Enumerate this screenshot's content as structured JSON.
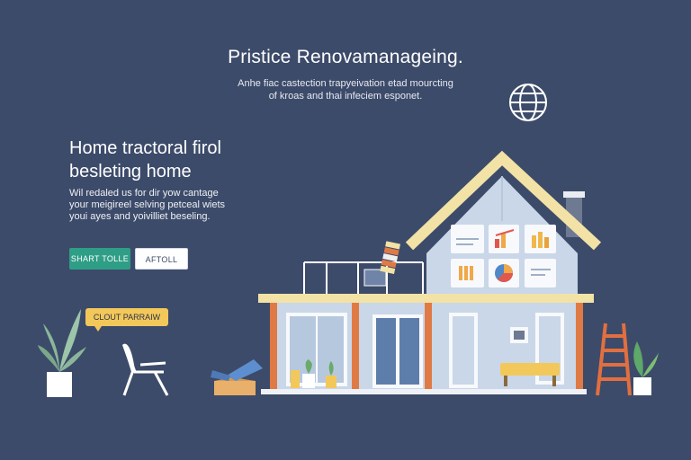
{
  "header": {
    "title": "Pristice Renovamanageing.",
    "subtitle_line1": "Anhe fiac castection trapyeivation etad mourcting",
    "subtitle_line2": "of kroas and thai infeciem esponet."
  },
  "hero": {
    "title_line1": "Home tractoral firol",
    "title_line2": "besleting home",
    "desc_line1": "Wil redaled us for dir yow cantage",
    "desc_line2": "your meigireel selving petceal wiets",
    "desc_line3": "youi ayes and yoivilliet beseling."
  },
  "buttons": {
    "primary_label": "SHART TOLLE",
    "secondary_label": "AFTOLL"
  },
  "speech_bubble": "CLOUT PARRAIW",
  "colors": {
    "background": "#3d4b6a",
    "accent_green": "#2f9e86",
    "roof": "#f2e2a6",
    "house_wall": "#c9d7e8",
    "pillar_orange": "#e07a45",
    "ladder": "#e26f3f",
    "bubble": "#f3c85a"
  },
  "icons": {
    "globe": "globe-icon",
    "chart_tiles": [
      "line-chart-icon",
      "bar-chart-icon",
      "bar-chart-icon",
      "grid-chart-icon",
      "pie-chart-icon",
      "list-icon"
    ]
  }
}
